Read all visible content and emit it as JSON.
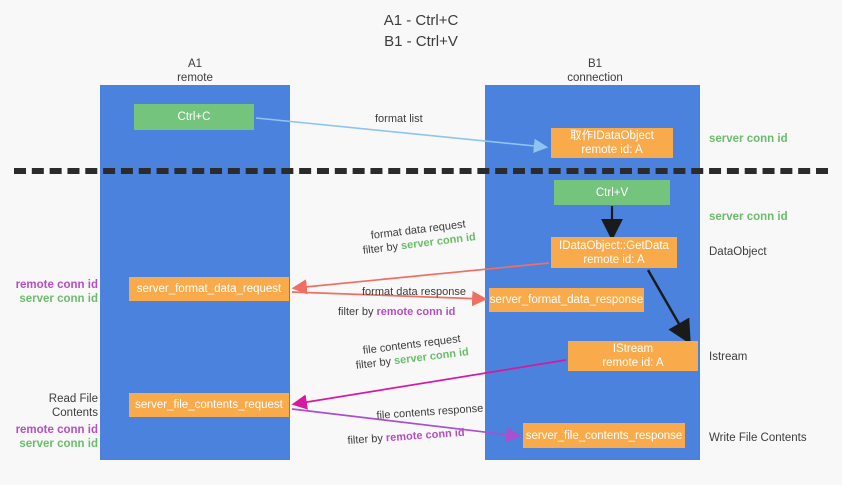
{
  "title": {
    "line1": "A1 - Ctrl+C",
    "line2": "B1 - Ctrl+V"
  },
  "columns": [
    {
      "name": "A1",
      "role": "remote"
    },
    {
      "name": "B1",
      "role": "connection"
    }
  ],
  "boxes": {
    "ctrl_c": {
      "label": "Ctrl+C",
      "color": "#74c47d"
    },
    "idataobject": {
      "line1": "取作IDataObject",
      "line2": "remote id: A",
      "color": "#f9aa4b"
    },
    "ctrl_v": {
      "label": "Ctrl+V",
      "color": "#74c47d"
    },
    "getdata": {
      "line1": "IDataObject::GetData",
      "line2": "remote id: A",
      "color": "#f9aa4b"
    },
    "format_data_request": {
      "label": "server_format_data_request",
      "color": "#f9aa4b"
    },
    "format_data_response": {
      "label": "server_format_data_response",
      "color": "#f9aa4b"
    },
    "istream": {
      "line1": "IStream",
      "line2": "remote id: A",
      "color": "#f9aa4b"
    },
    "file_contents_request": {
      "label": "server_file_contents_request",
      "color": "#f9aa4b"
    },
    "file_contents_response": {
      "label": "server_file_contents_response",
      "color": "#f9aa4b"
    }
  },
  "side_notes": {
    "server_conn_id_top": "server conn id",
    "server_conn_id_mid": "server conn id",
    "dataobject": "DataObject",
    "istream": "Istream",
    "write_file_contents": "Write File Contents"
  },
  "left_notes": {
    "remote_conn_id_1": "remote conn id",
    "server_conn_id_1": "server conn id",
    "read_file_contents": "Read File Contents",
    "remote_conn_id_2": "remote conn id",
    "server_conn_id_2": "server conn id"
  },
  "captions": {
    "format_list": "format list",
    "format_data_request": "format data request",
    "format_data_request_filter_prefix": "filter by ",
    "format_data_request_filter_key": "server conn id",
    "format_data_response": "format data response",
    "format_data_response_filter_prefix": "filter by ",
    "format_data_response_filter_key": "remote conn id",
    "file_contents_request": "file contents request",
    "file_contents_request_filter_prefix": "filter by ",
    "file_contents_request_filter_key": "server conn id",
    "file_contents_response": "file contents response",
    "file_contents_response_filter_prefix": "filter by ",
    "file_contents_response_filter_key": "remote conn id"
  },
  "colors": {
    "lane": "#4a82dd",
    "green_box": "#74c47d",
    "orange_box": "#f9aa4b",
    "server_conn_id": "#6bbd6b",
    "remote_conn_id": "#b44fc4",
    "arrow_light_blue": "#8fc4ef",
    "arrow_red": "#ef6f63",
    "arrow_magenta": "#d6199f",
    "arrow_purple": "#a94fd0",
    "arrow_black": "#1a1a1a",
    "dashed_line": "#2b2b2b",
    "background": "#f8f8f8"
  }
}
